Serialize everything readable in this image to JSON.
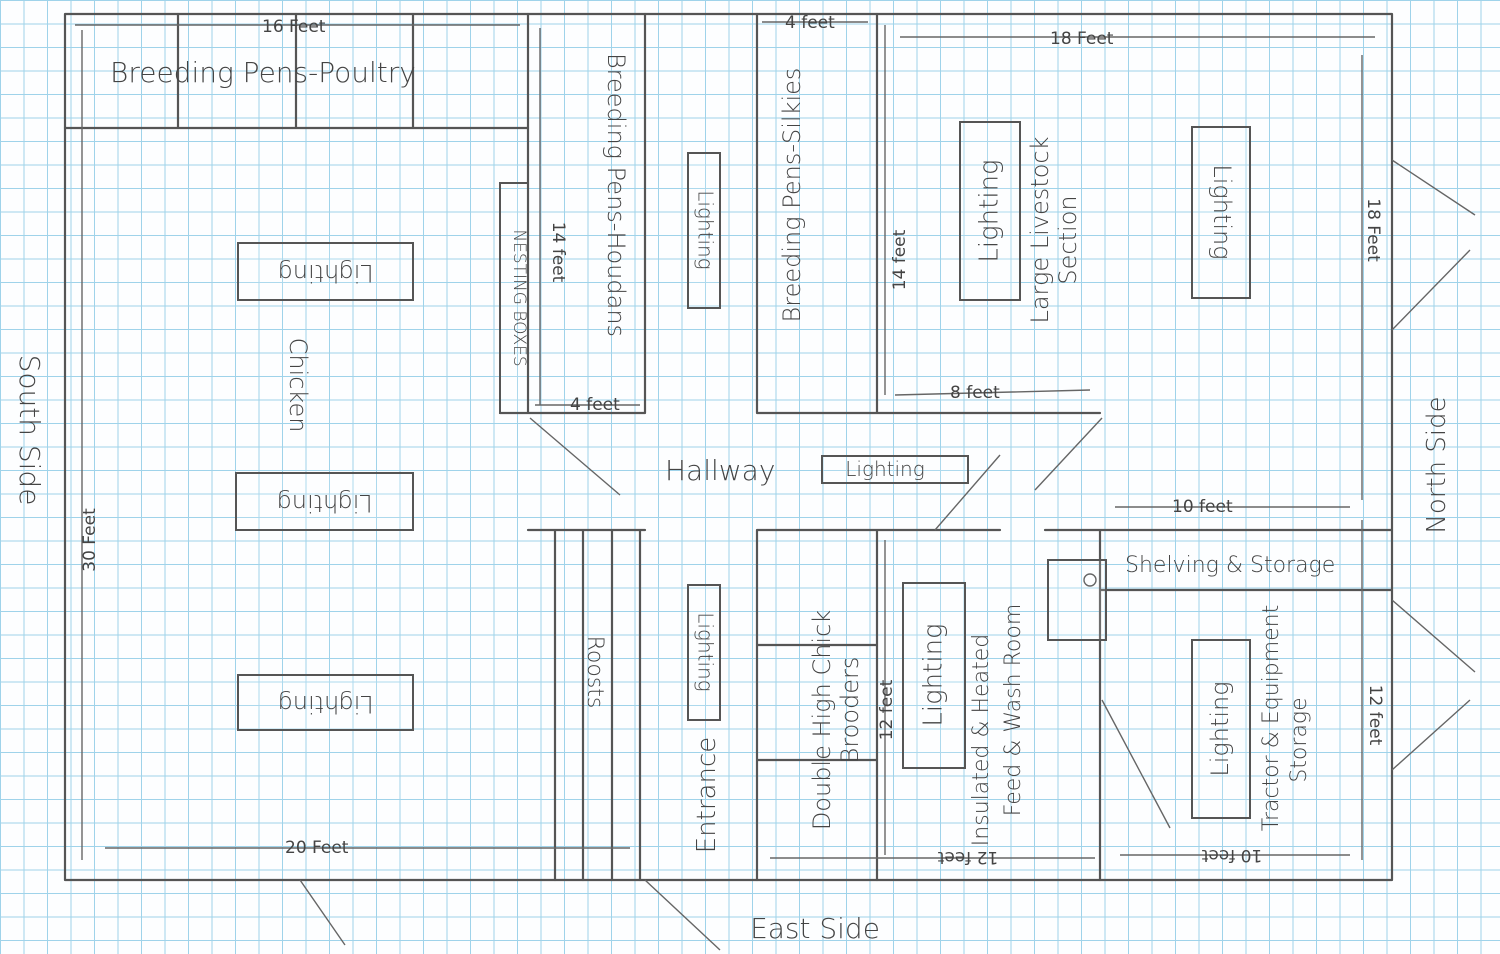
{
  "sides": {
    "south": "South Side",
    "north": "North Side",
    "east": "East Side"
  },
  "rooms": {
    "poultry_pens": "Breeding Pens-Poultry",
    "nesting": "NESTING BOXES",
    "houdans": "Breeding Pens-Houdans",
    "silkies": "Breeding Pens-Silkies",
    "large_livestock_1": "Large Livestock",
    "large_livestock_2": "Section",
    "chicken": "Chicken",
    "hallway": "Hallway",
    "roosts": "Roosts",
    "entrance": "Entrance",
    "brooders_1": "Double High Chick",
    "brooders_2": "Brooders",
    "feed_1": "Insulated & Heated",
    "feed_2": "Feed & Wash Room",
    "shelving": "Shelving & Storage",
    "tractor_1": "Tractor & Equipment",
    "tractor_2": "Storage"
  },
  "lighting_label": "Lighting",
  "dimensions": {
    "top_left": "16 Feet",
    "top_right": "18 Feet",
    "silkies_width": "4 feet",
    "houdans_width": "4 feet",
    "houdans_length": "14 feet",
    "silkies_length": "14 feet",
    "livestock_small": "8 feet",
    "south_length": "30 Feet",
    "east_chicken": "20 Feet",
    "north_upper": "18 Feet",
    "north_lower": "12 feet",
    "shelving_width": "10 feet",
    "brooder_length": "12 feet",
    "feed_width": "12 feet",
    "tractor_width": "10 feet"
  }
}
